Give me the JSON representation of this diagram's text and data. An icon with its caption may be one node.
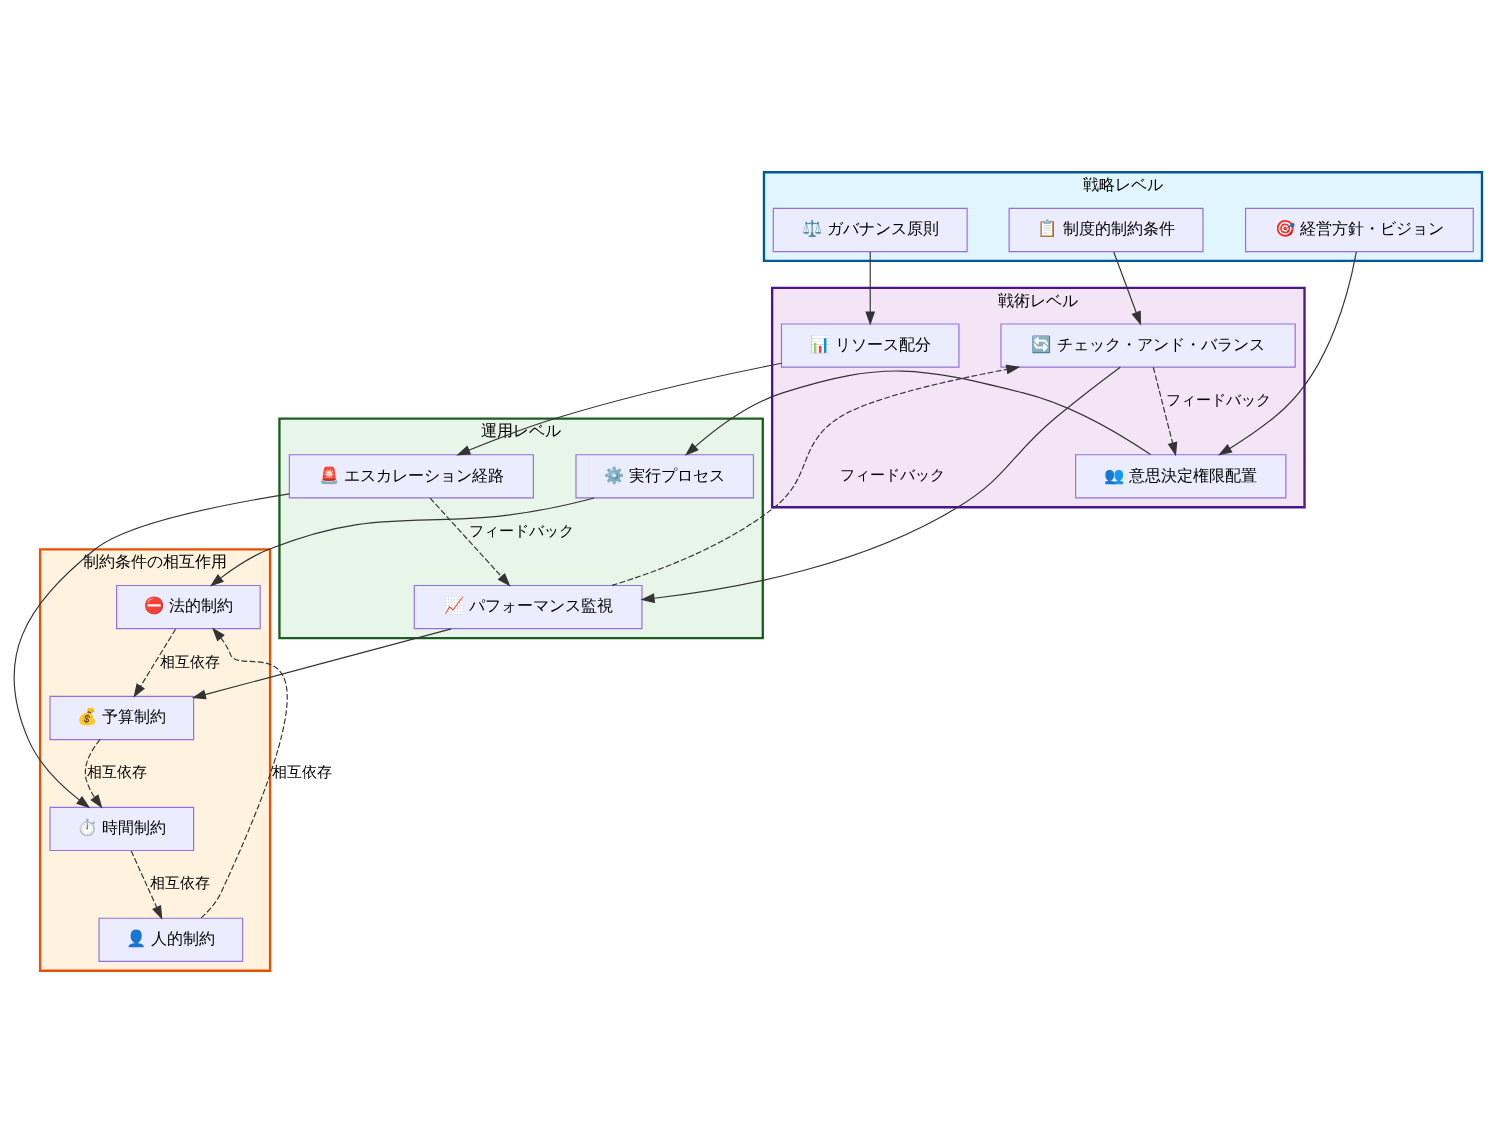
{
  "diagram": {
    "nodes": [
      {
        "text": [
          "戦略レベル"
        ]
      },
      {
        "text": [
          "⚖️ ガバナンス原則"
        ],
        "in": 0
      },
      {
        "text": [
          "📋 制度的制約条件"
        ],
        "in": 0
      },
      {
        "text": [
          "🎯 経営方針・ビジョン"
        ],
        "in": 0
      },
      {
        "text": [
          "戦術レベル"
        ]
      },
      {
        "text": [
          "📊 リソース配分"
        ],
        "in": 4
      },
      {
        "text": [
          "🔄 チェック・アンド・バランス"
        ],
        "in": 4
      },
      {
        "text": [
          "👥 意思決定権限配置"
        ],
        "in": 4
      },
      {
        "text": [
          "運用レベル"
        ]
      },
      {
        "text": [
          "🚨 エスカレーション経路"
        ],
        "in": 8
      },
      {
        "text": [
          "📈 パフォーマンス監視"
        ],
        "in": 8
      },
      {
        "text": [
          "⚙️ 実行プロセス"
        ],
        "in": 8
      },
      {
        "text": [
          "制約条件の相互作用"
        ]
      },
      {
        "text": [
          "⛔ 法的制約"
        ],
        "in": 12
      },
      {
        "text": [
          "💰 予算制約"
        ],
        "in": 12
      },
      {
        "text": [
          "⏱️ 時間制約"
        ],
        "in": 12
      },
      {
        "text": [
          "👤 人的制約"
        ],
        "in": 12
      }
    ],
    "edges": [
      {
        "from": 1,
        "to": 5,
        "arrow": "to"
      },
      {
        "from": 2,
        "to": 6,
        "arrow": "to"
      },
      {
        "from": 3,
        "to": 7,
        "arrow": "to"
      },
      {
        "from": 5,
        "to": 9,
        "arrow": "to"
      },
      {
        "from": 6,
        "to": 10,
        "arrow": "to"
      },
      {
        "from": 7,
        "to": 11,
        "arrow": "to"
      },
      {
        "from": 9,
        "to": 15,
        "arrow": "to"
      },
      {
        "from": 10,
        "to": 14,
        "arrow": "to"
      },
      {
        "from": 11,
        "to": 13,
        "arrow": "to"
      },
      {
        "from": 10,
        "to": 6,
        "arrow": "to",
        "label": "フィードバック",
        "style": "dashed"
      },
      {
        "from": 6,
        "to": 7,
        "arrow": "to",
        "label": "フィードバック",
        "style": "dashed"
      },
      {
        "from": 9,
        "to": 10,
        "arrow": "to",
        "label": "フィードバック",
        "style": "dashed"
      },
      {
        "from": 13,
        "to": 14,
        "arrow": "to",
        "label": "相互依存",
        "style": "dashed"
      },
      {
        "from": 14,
        "to": 15,
        "arrow": "to",
        "label": "相互依存",
        "style": "dashed"
      },
      {
        "from": 15,
        "to": 16,
        "arrow": "to",
        "label": "相互依存",
        "style": "dashed"
      },
      {
        "from": 16,
        "to": 13,
        "arrow": "to",
        "label": "相互依存",
        "style": "dashed"
      }
    ]
  }
}
